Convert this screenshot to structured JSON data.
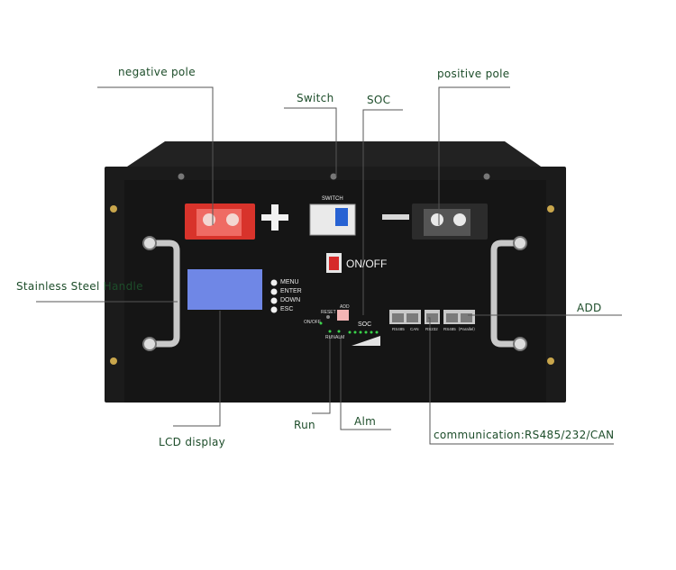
{
  "labels": {
    "negative_pole": "negative pole",
    "positive_pole": "positive pole",
    "switch": "Switch",
    "soc": "SOC",
    "stainless_handle": "Stainless Steel Handle",
    "add": "ADD",
    "run": "Run",
    "alm": "Alm",
    "lcd_display": "LCD display",
    "communication": "communication:RS485/232/CAN"
  },
  "panel": {
    "switch_text": "SWITCH",
    "onoff_text": "ON/OFF",
    "buttons": [
      "MENU",
      "ENTER",
      "DOWN",
      "ESC"
    ],
    "onoff_small": "ON/OFF",
    "reset": "RESET",
    "add_small": "ADD",
    "run_small": "RUN",
    "alm_small": "ALM",
    "soc_small": "SOC",
    "ports": [
      "RS485",
      "CAN",
      "RS232",
      "RS485（Parallel）"
    ]
  },
  "colors": {
    "case": "#1b1b1b",
    "negative_terminal": "#d8332b",
    "positive_terminal": "#2a2a2a",
    "lcd": "#6f87e6",
    "label_text": "#1d4d2a",
    "led_green": "#3ad34a"
  }
}
